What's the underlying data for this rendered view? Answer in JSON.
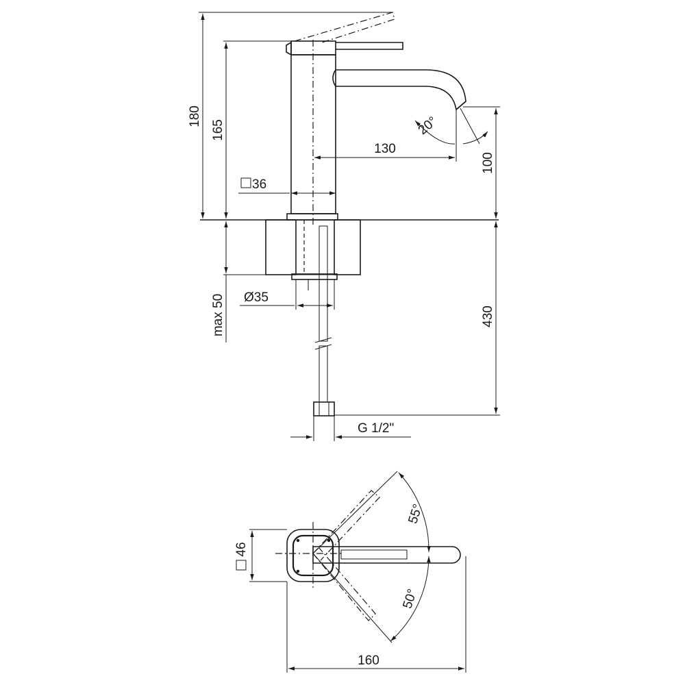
{
  "side_view": {
    "dims": {
      "total_height": "180",
      "body_height": "165",
      "spout_reach": "130",
      "spout_height": "100",
      "body_square": "36",
      "spout_angle": "20°",
      "mount_hole": "Ø35",
      "max_deck": "max 50",
      "hose_length": "430",
      "connection": "G 1/2\""
    }
  },
  "top_view": {
    "dims": {
      "body_square": "46",
      "lever_angle_up": "55°",
      "lever_angle_down": "50°",
      "total_length": "160"
    }
  },
  "colors": {
    "line": "#1a1a1a",
    "background": "#ffffff"
  }
}
